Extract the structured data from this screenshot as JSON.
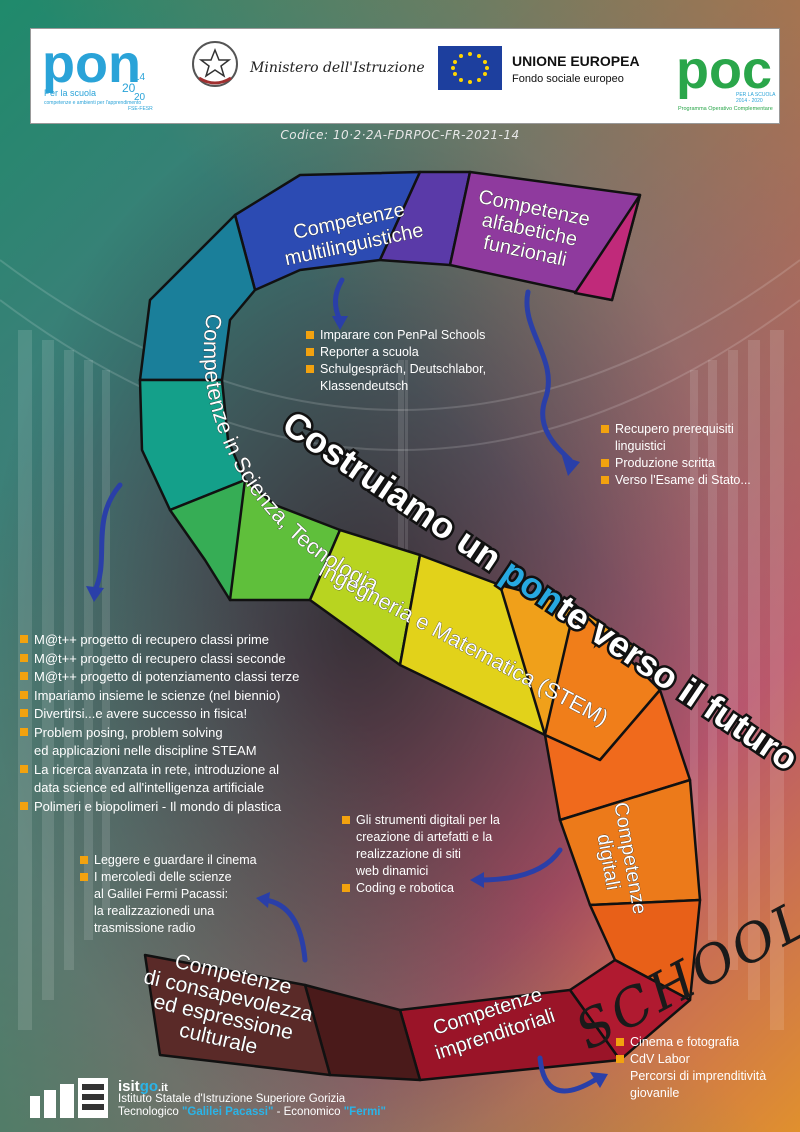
{
  "header": {
    "pon_logo": "pon",
    "pon_sub": "Per la scuola",
    "pon_tag": "competenze e ambienti per l'apprendimento",
    "pon_years_top": "14",
    "pon_years_mid": "20",
    "pon_years_bot": "20",
    "pon_fse": "FSE-FESR",
    "ministry": "Ministero dell'Istruzione",
    "eu_title": "UNIONE EUROPEA",
    "eu_sub": "Fondo sociale europeo",
    "poc_logo": "poc",
    "poc_sub": "PER LA SCUOLA",
    "poc_years": "2014 - 2020",
    "poc_prog": "Programma Operativo Complementare"
  },
  "code": "Codice: 10·2·2A-FDRPOC-FR-2021-14",
  "title_pre": "Costruiamo un ",
  "title_hl": "pon",
  "title_post": "te verso il futuro",
  "competences": {
    "multi": [
      "Competenze",
      "multilinguistiche"
    ],
    "alfa": [
      "Competenze",
      "alfabetiche",
      "funzionali"
    ],
    "stem1": "Competenze in Scienza, Tecnologia",
    "stem2": "Ingegneria e Matematica (STEM)",
    "digit": [
      "Competenze",
      "digitali"
    ],
    "impr": [
      "Competenze",
      "imprenditoriali"
    ],
    "cult": [
      "Competenze",
      "di consapevolezza",
      "ed espressione",
      "culturale"
    ]
  },
  "lists": {
    "multi": [
      "Imparare con PenPal Schools",
      "Reporter a scuola",
      "Schulgespräch, Deutschlabor,",
      "Klassendeutsch"
    ],
    "alfa": [
      "Recupero prerequisiti",
      "linguistici",
      "Produzione scritta",
      "Verso l'Esame di Stato..."
    ],
    "stem": [
      "M@t++ progetto di recupero classi prime",
      "M@t++ progetto di recupero classi seconde",
      "M@t++ progetto di potenziamento classi terze",
      "Impariamo insieme le scienze (nel biennio)",
      "Divertirsi...e avere successo in fisica!",
      "Problem posing, problem solving",
      "ed applicazioni nelle  discipline STEAM",
      "La ricerca avanzata in rete, introduzione al",
      "data science ed all'intelligenza artificiale",
      "Polimeri e biopolimeri - Il mondo di plastica"
    ],
    "digit": [
      "Gli strumenti digitali per la",
      "creazione di artefatti e la",
      "realizzazione di siti",
      "web dinamici",
      "Coding e robotica"
    ],
    "cult": [
      "Leggere e guardare il cinema",
      "I mercoledì delle scienze",
      "al Galilei Fermi Pacassi:",
      "la realizzazionedi una",
      "trasmissione radio"
    ],
    "impr": [
      "Cinema e fotografia",
      "CdV Labor",
      "Percorsi di imprenditività",
      "giovanile"
    ]
  },
  "school": "SCHOOL",
  "footer": {
    "isit": "isit",
    "go": "go",
    "it": ".it",
    "line1": "Istituto Statale d'Istruzione Superiore Gorizia",
    "line2_a": "Tecnologico ",
    "line2_b": "\"Galilei Pacassi\"",
    "line2_c": " - Economico ",
    "line2_d": "\"Fermi\""
  }
}
